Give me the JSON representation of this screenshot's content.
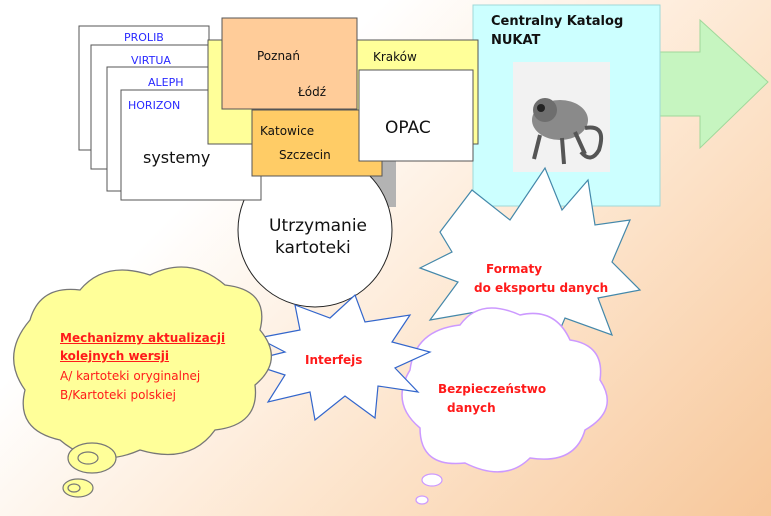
{
  "systems": {
    "cards": [
      "PROLIB",
      "VIRTUA",
      "ALEPH",
      "HORIZON"
    ],
    "front_label": "systemy"
  },
  "cities": {
    "poznan": "Poznań",
    "lodz": "Łódź",
    "krakow": "Kraków",
    "katowice": "Katowice",
    "szczecin": "Szczecin"
  },
  "opac": "OPAC",
  "catalog": {
    "line1": "Centralny Katalog",
    "line2": "NUKAT"
  },
  "maintenance": {
    "line1": "Utrzymanie",
    "line2": "kartoteki"
  },
  "formats": {
    "line1": "Formaty",
    "line2": "do eksportu danych"
  },
  "interfaces": "Interfejs",
  "security": {
    "line1": "Bezpieczeństwo",
    "line2": "danych"
  },
  "mechanisms": {
    "heading1": "Mechanizmy aktualizacji",
    "heading2": "kolejnych wersji",
    "item_a": "A/ kartoteki oryginalnej",
    "item_b": "B/Kartoteki polskiej"
  },
  "colors": {
    "yellow": "#ffff99",
    "salmon": "#ffcc99",
    "orange": "#ffcc66",
    "gray": "#b3b3b3",
    "cyan": "#ccffff",
    "green_arrow": "#c6f5c0",
    "red_text": "#ff1a1a",
    "blue_text": "#2a2aff"
  }
}
